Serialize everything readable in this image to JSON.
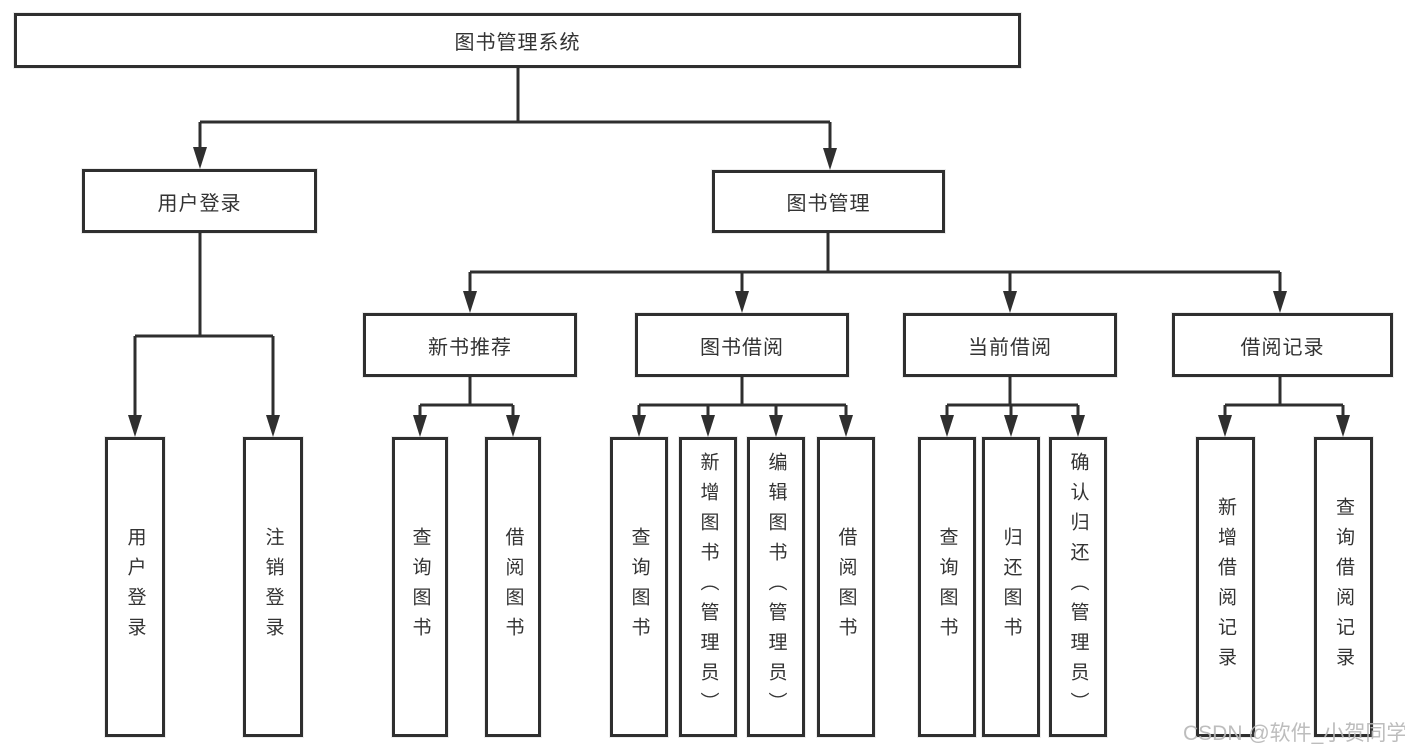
{
  "tree": {
    "label": "图书管理系统",
    "children": [
      {
        "label": "用户登录",
        "children": [
          {
            "label": "用户登录"
          },
          {
            "label": "注销登录"
          }
        ]
      },
      {
        "label": "图书管理",
        "children": [
          {
            "label": "新书推荐",
            "children": [
              {
                "label": "查询图书"
              },
              {
                "label": "借阅图书"
              }
            ]
          },
          {
            "label": "图书借阅",
            "children": [
              {
                "label": "查询图书"
              },
              {
                "label": "新增图书（管理员）"
              },
              {
                "label": "编辑图书（管理员）"
              },
              {
                "label": "借阅图书"
              }
            ]
          },
          {
            "label": "当前借阅",
            "children": [
              {
                "label": "查询图书"
              },
              {
                "label": "归还图书"
              },
              {
                "label": "确认归还（管理员）"
              }
            ]
          },
          {
            "label": "借阅记录",
            "children": [
              {
                "label": "新增借阅记录"
              },
              {
                "label": "查询借阅记录"
              }
            ]
          }
        ]
      }
    ]
  },
  "watermark": "CSDN @软件_小贺同学",
  "colors": {
    "line": "#2f2f2f",
    "box_background": "#ffffff",
    "text": "#333333",
    "watermark": "#b7b7b7"
  }
}
